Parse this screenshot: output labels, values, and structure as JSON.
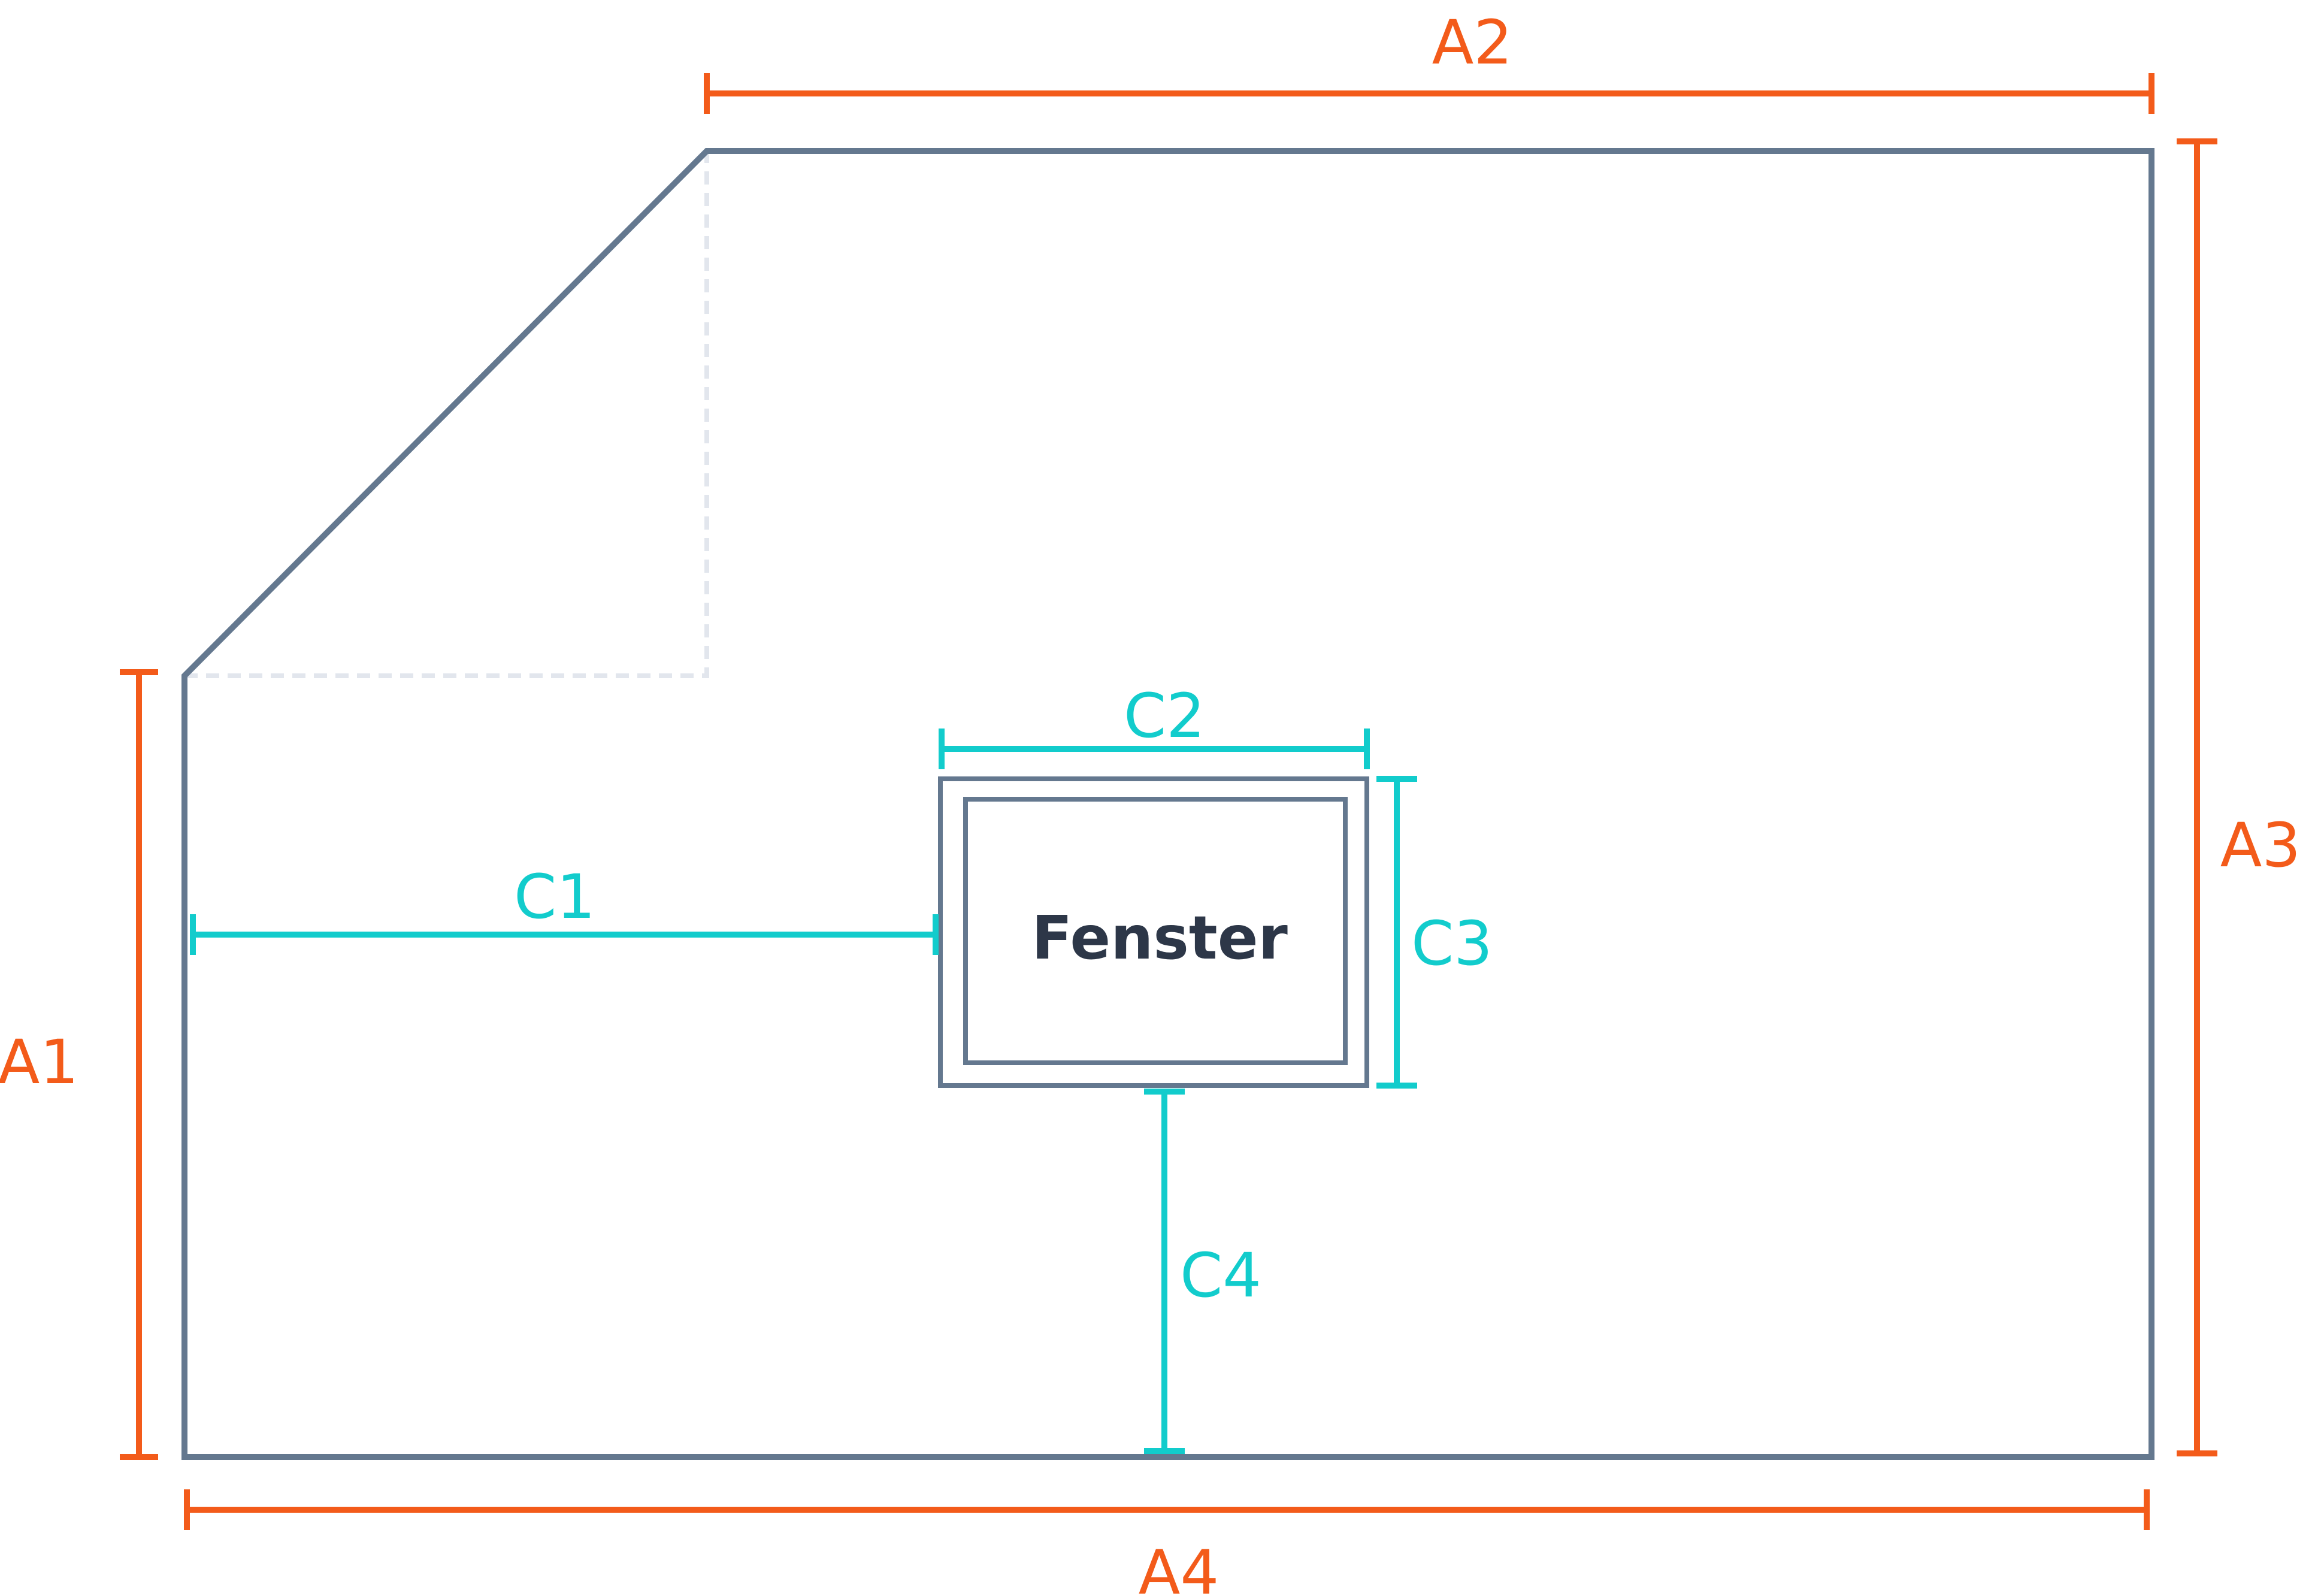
{
  "labels": {
    "a1": "A1",
    "a2": "A2",
    "a3": "A3",
    "a4": "A4",
    "c1": "C1",
    "c2": "C2",
    "c3": "C3",
    "c4": "C4",
    "window": "Fenster"
  },
  "colors": {
    "outer_dimensions": "#f35b1a",
    "window_dimensions": "#12cccc",
    "walls": "#64788f",
    "cut_corner_guide": "#e2e6ed",
    "window_text": "#2d3748"
  }
}
